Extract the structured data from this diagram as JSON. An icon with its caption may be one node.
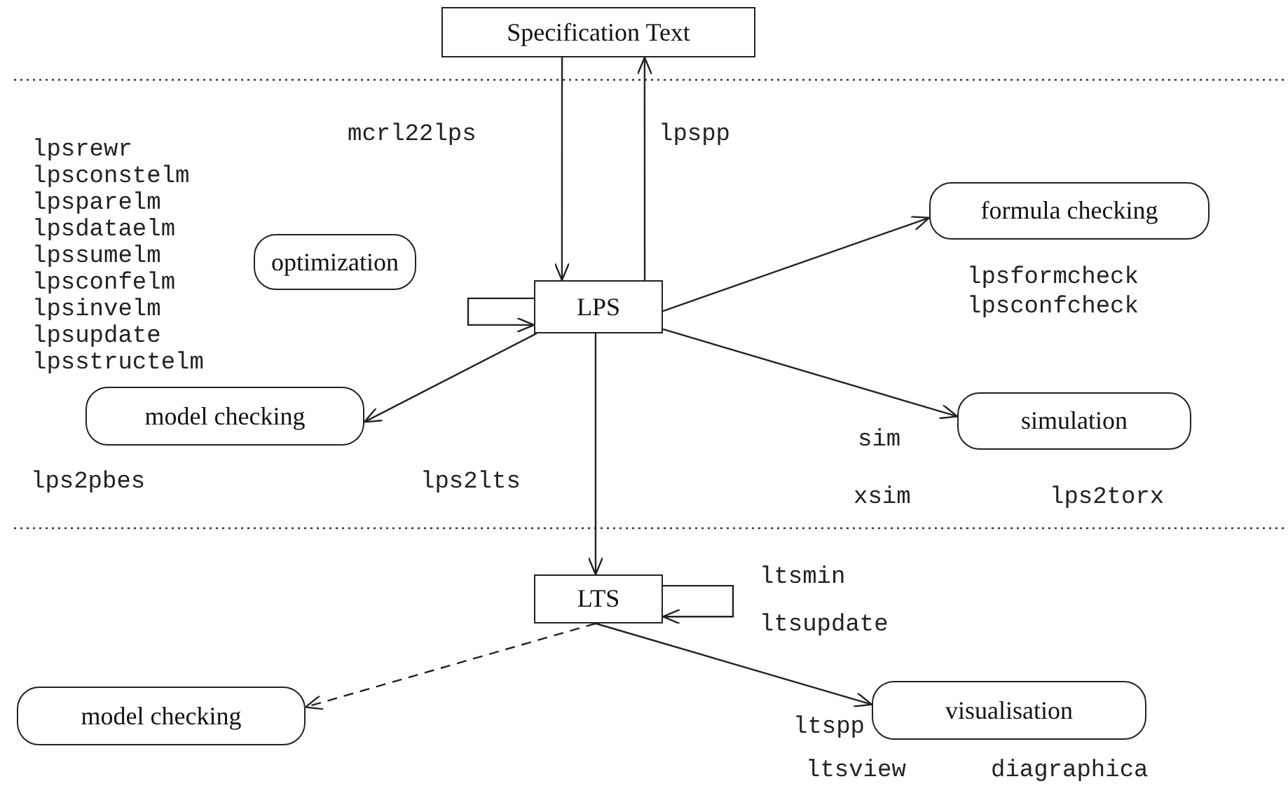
{
  "diagram": {
    "nodes": [
      {
        "text": [
          "Specification Text"
        ]
      },
      {
        "text": [
          "formula checking"
        ]
      },
      {
        "text": [
          "optimization"
        ]
      },
      {
        "text": [
          "LPS"
        ]
      },
      {
        "text": [
          "model checking"
        ]
      },
      {
        "text": [
          "simulation"
        ]
      },
      {
        "text": [
          "LTS"
        ]
      },
      {
        "text": [
          "model checking"
        ]
      },
      {
        "text": [
          "visualisation"
        ]
      }
    ],
    "edges": [
      {
        "from": 0,
        "to": 3,
        "arrow": "to"
      },
      {
        "from": 3,
        "to": 0,
        "arrow": "to"
      },
      {
        "from": 3,
        "to": 3,
        "arrow": "to"
      },
      {
        "from": 3,
        "to": 1,
        "arrow": "to"
      },
      {
        "from": 3,
        "to": 4,
        "arrow": "to"
      },
      {
        "from": 3,
        "to": 5,
        "arrow": "to"
      },
      {
        "from": 3,
        "to": 6,
        "arrow": "to"
      },
      {
        "from": 6,
        "to": 6,
        "arrow": "to"
      },
      {
        "from": 6,
        "to": 7,
        "arrow": "to",
        "style": "dashed"
      },
      {
        "from": 6,
        "to": 8,
        "arrow": "to"
      }
    ],
    "labels": [
      "lpsrewr",
      "mcrl22lps",
      "lpspp",
      "lpsconstelm",
      "lpsparelm",
      "lpsdataelm",
      "lpssumelm",
      "lpsconfelm",
      "lpsinvelm",
      "lpsupdate",
      "lpsstructelm",
      "lpsformcheck",
      "lpsconfcheck",
      "sim",
      "lps2pbes",
      "lps2lts",
      "xsim",
      "lps2torx",
      "ltsmin",
      "ltsupdate",
      "ltspp",
      "ltsview",
      "diagraphica"
    ]
  }
}
